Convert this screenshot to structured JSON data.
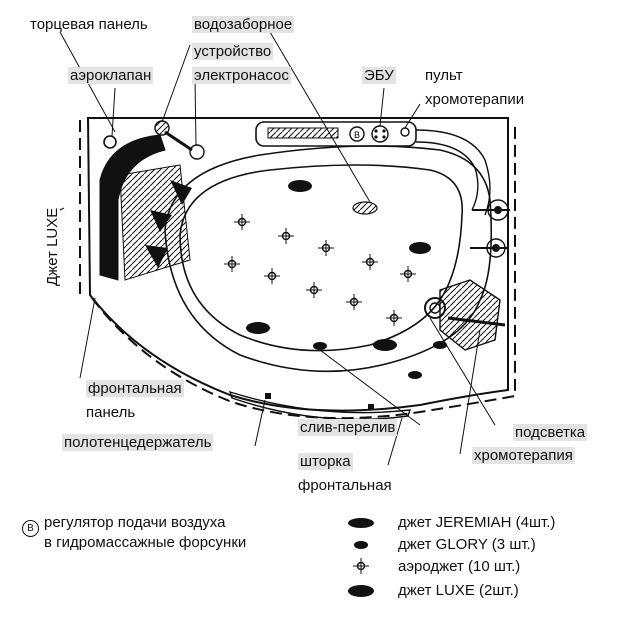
{
  "labels": {
    "end_panel": "торцевая панель",
    "intake": "водозаборное",
    "intake2": "устройство",
    "pump": "электронасос",
    "air_valve": "аэроклапан",
    "ecu": "ЭБУ",
    "remote1": "пульт",
    "remote2": "хромотерапии",
    "jet_luxe_vertical": "Джет LUXE",
    "front_panel1": "фронтальная",
    "front_panel2": "панель",
    "towel_holder": "полотенцедержатель",
    "overflow": "слив-перелив",
    "lighting": "подсветка",
    "chromo": "хромотерапия",
    "curtain1": "шторка",
    "curtain2": "фронтальная"
  },
  "legend": {
    "b_symbol": "В",
    "regulator1": "регулятор подачи воздуха",
    "regulator2": "в гидромассажные форсунки",
    "jeremiah": "джет JEREMIAH (4шт.)",
    "glory": "джет GLORY (3 шт.)",
    "aerojet": "аэроджет (10 шт.)",
    "luxe": "джет LUXE (2шт.)"
  },
  "colors": {
    "line": "#111111",
    "label_bg": "#e3e3e3",
    "fill_dark": "#111111"
  }
}
